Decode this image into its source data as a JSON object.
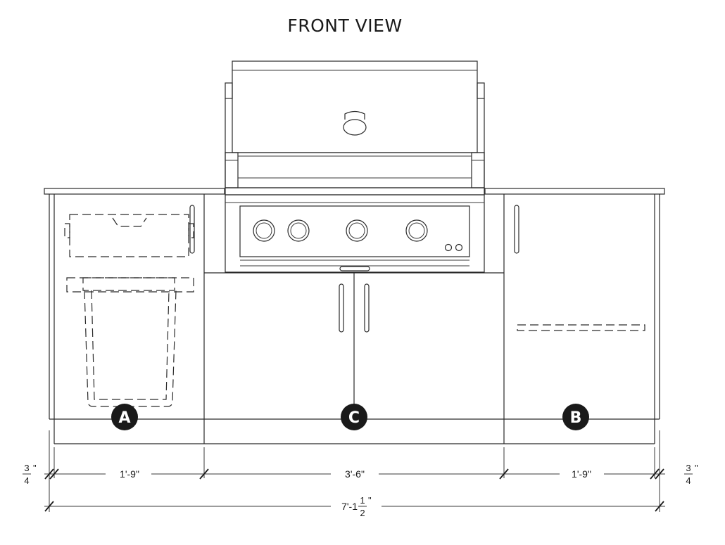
{
  "title": "FRONT VIEW",
  "sections": [
    {
      "badge": "A"
    },
    {
      "badge": "C"
    },
    {
      "badge": "B"
    }
  ],
  "dimensions": {
    "left_overhang": {
      "num": "3",
      "den": "4",
      "unit": "\""
    },
    "right_overhang": {
      "num": "3",
      "den": "4",
      "unit": "\""
    },
    "segment_left": "1'-9\"",
    "segment_center": "3'-6\"",
    "segment_right": "1'-9\"",
    "overall_main": "7'-1",
    "overall_num": "1",
    "overall_den": "2",
    "overall_unit": "\""
  },
  "colors": {
    "line": "#2a2a2a",
    "badge": "#1a1a1a",
    "background": "#ffffff"
  }
}
